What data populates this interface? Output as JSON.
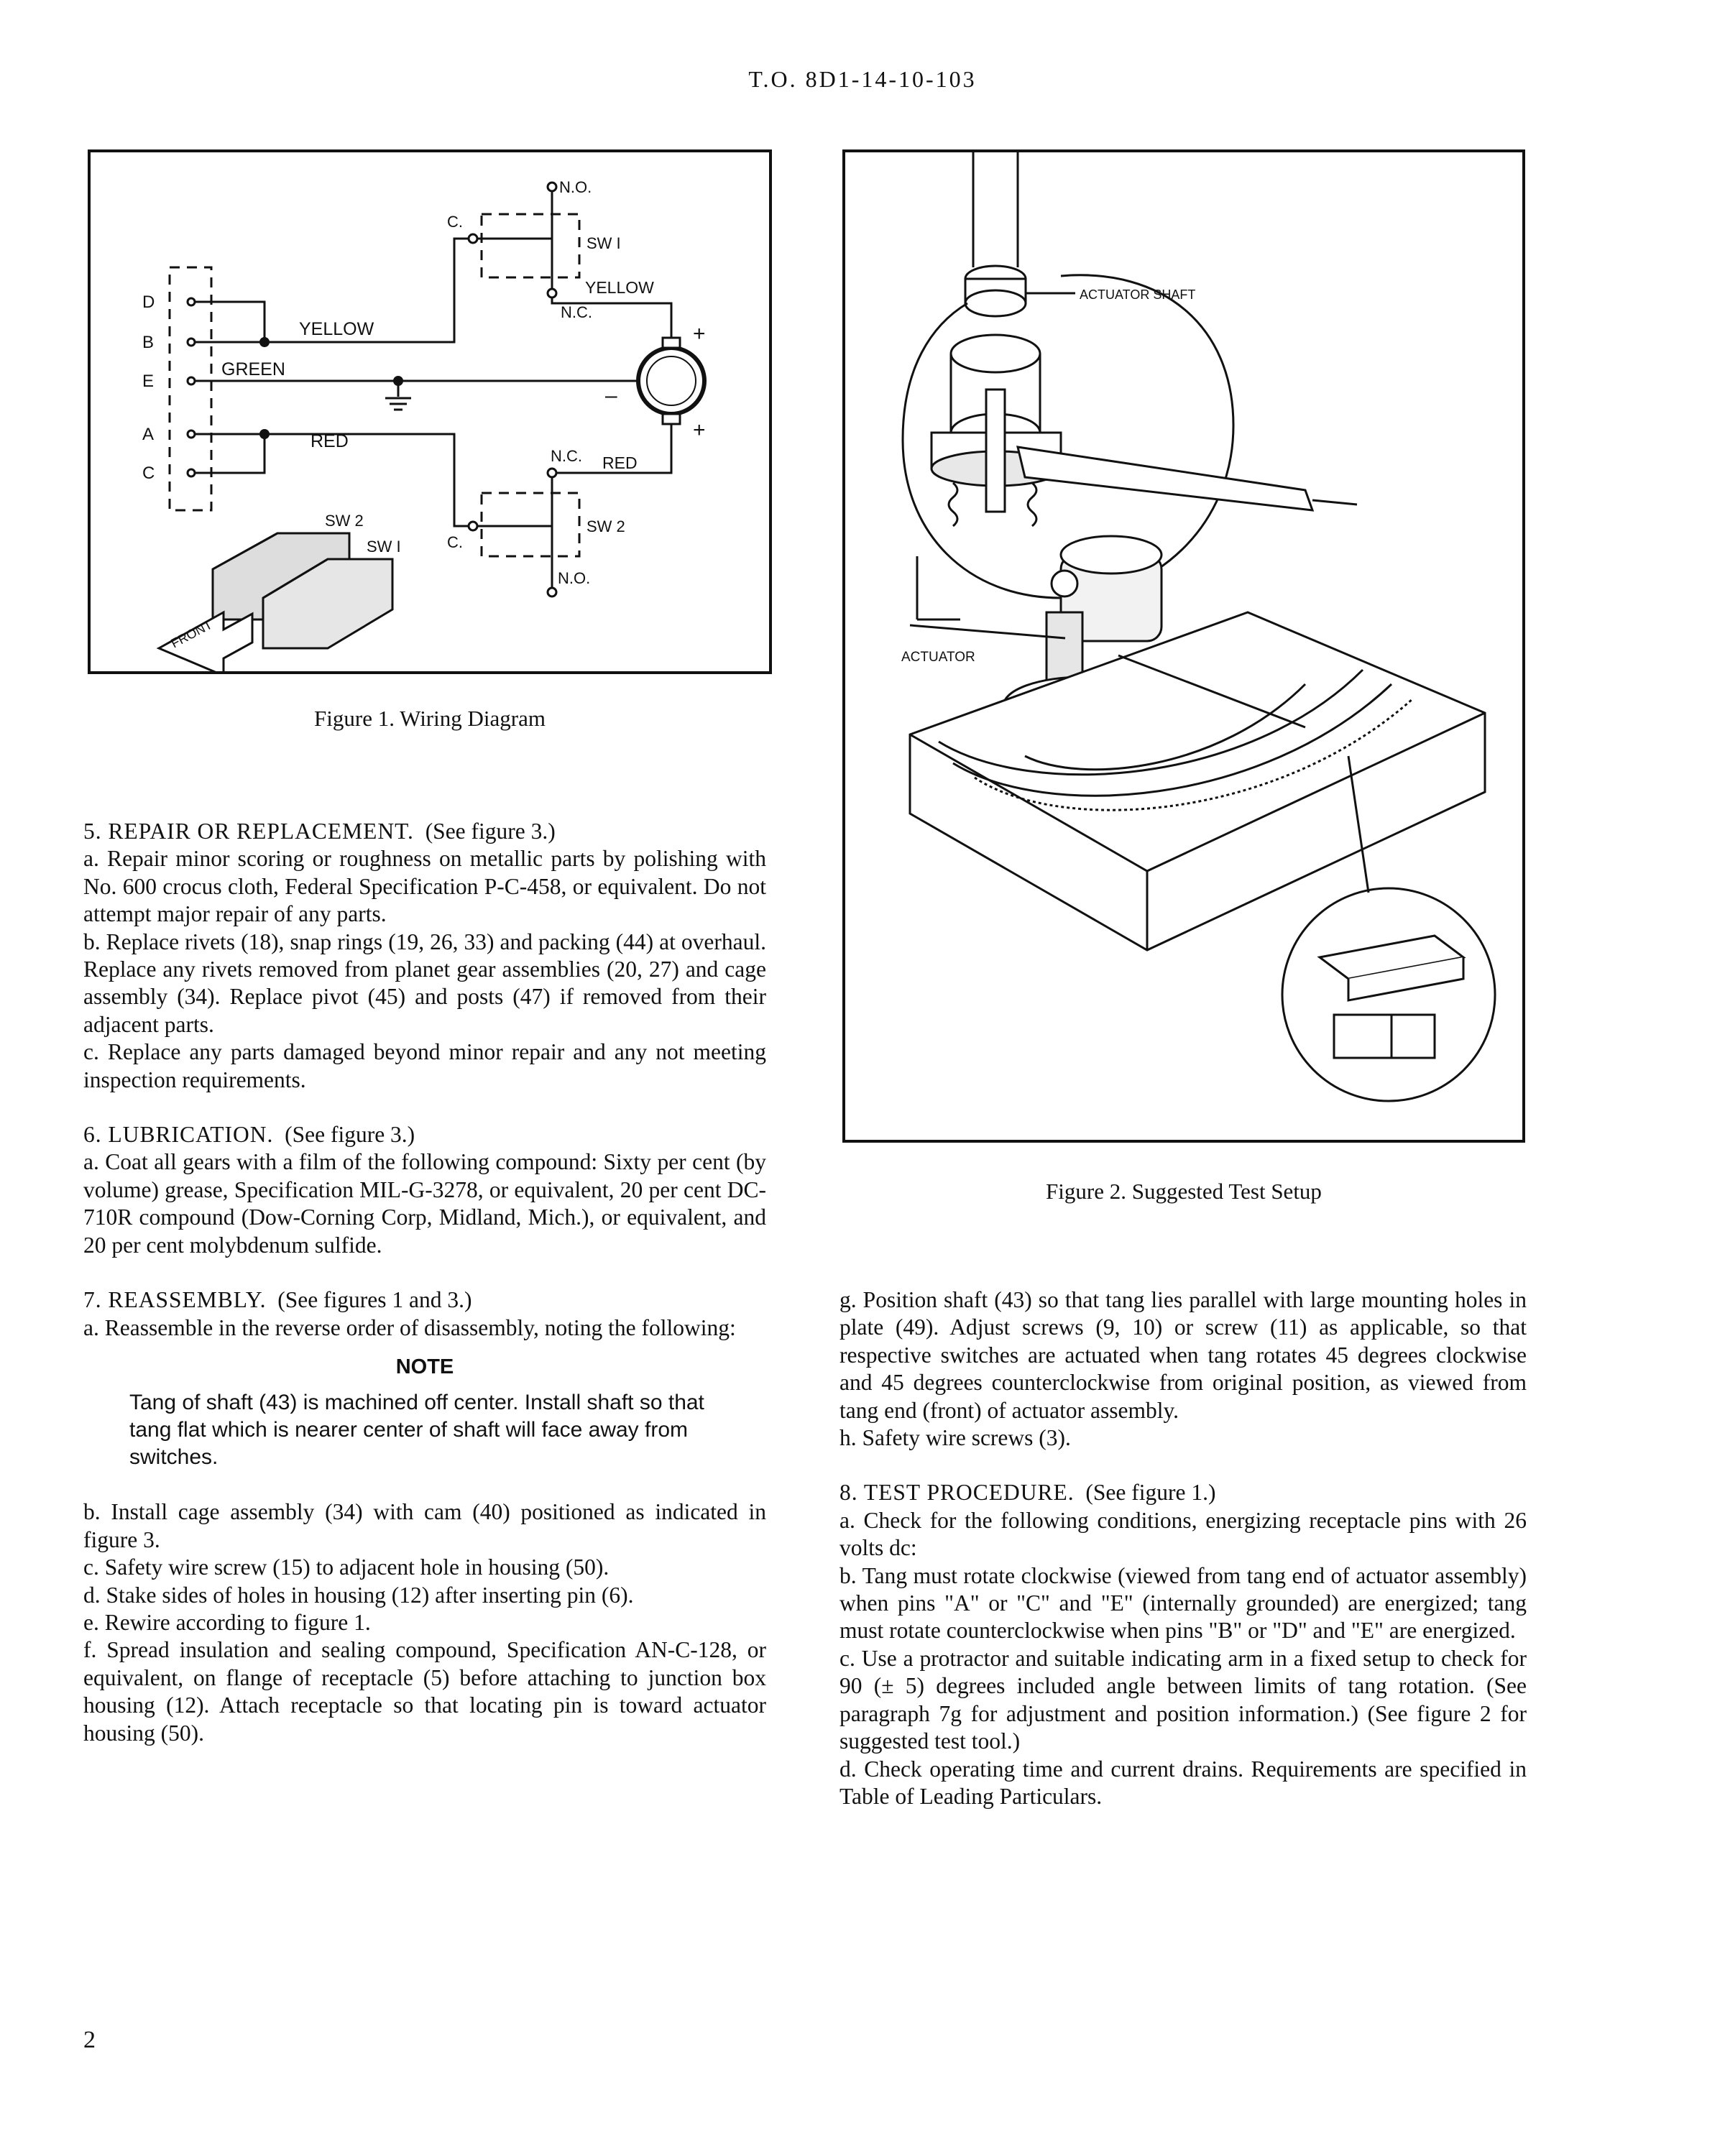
{
  "header": {
    "doc_number": "T.O. 8D1-14-10-103"
  },
  "figure1": {
    "caption": "Figure 1.  Wiring Diagram",
    "labels": {
      "pin_d": "D",
      "pin_b": "B",
      "pin_e": "E",
      "pin_a": "A",
      "pin_c": "C",
      "yellow": "YELLOW",
      "green": "GREEN",
      "red": "RED",
      "no_top": "N.O.",
      "c_top": "C.",
      "sw1": "SW I",
      "yellow_right": "YELLOW",
      "nc_top": "N.C.",
      "plus_top": "+",
      "minus": "–",
      "plus_bottom": "+",
      "nc_bottom": "N.C.",
      "red_right": "RED",
      "sw2": "SW 2",
      "c_bottom": "C.",
      "no_bottom": "N.O.",
      "sw2_block": "SW 2",
      "sw1_block": "SW I",
      "front": "FRONT"
    }
  },
  "figure2": {
    "caption": "Figure 2.  Suggested Test Setup",
    "labels": {
      "actuator_shaft": "ACTUATOR SHAFT",
      "actuator": "ACTUATOR"
    }
  },
  "left_column": {
    "s5_head": "5.  REPAIR OR REPLACEMENT.",
    "s5_ref": "(See figure 3.)",
    "s5_a": "a.  Repair minor scoring or roughness on metallic parts by polishing with No. 600 crocus cloth, Federal Specification P-C-458, or equivalent.  Do not attempt major repair of any parts.",
    "s5_b": "b.  Replace rivets (18), snap rings (19, 26, 33) and packing (44) at overhaul.  Replace any rivets removed from planet gear assemblies (20, 27) and cage assembly (34).  Replace pivot (45) and posts (47) if removed from their adjacent parts.",
    "s5_c": "c.  Replace any parts damaged beyond minor repair and any not meeting inspection requirements.",
    "s6_head": "6.  LUBRICATION.",
    "s6_ref": "(See figure 3.)",
    "s6_a": "a.  Coat all gears with a film of the following compound: Sixty per cent (by volume) grease, Specification MIL-G-3278, or equivalent, 20 per cent DC-710R compound (Dow-Corning Corp, Midland, Mich.), or equivalent, and 20 per cent molybdenum sulfide.",
    "s7_head": "7.  REASSEMBLY.",
    "s7_ref": "(See figures 1 and 3.)",
    "s7_a": "a.  Reassemble in the reverse order of disassembly, noting the following:",
    "note_title": "NOTE",
    "note_body": "Tang of shaft (43) is machined off center.  Install shaft so that tang flat which is nearer center of shaft will face away from switches.",
    "s7_b": "b.  Install cage assembly (34) with cam (40) positioned as indicated in figure 3.",
    "s7_c": "c.  Safety wire screw (15) to adjacent hole in housing (50).",
    "s7_d": "d.  Stake sides of holes in housing (12) after inserting pin (6).",
    "s7_e": "e.  Rewire according to figure 1.",
    "s7_f": "f.  Spread insulation and sealing compound, Specification AN-C-128, or equivalent, on flange of receptacle (5) before attaching to junction box housing (12).  Attach receptacle so that locating pin is toward actuator housing (50)."
  },
  "right_column": {
    "s7_g": "g.  Position shaft (43) so that tang lies parallel with large mounting holes in plate (49).  Adjust screws (9, 10) or screw (11) as applicable, so that respective switches are actuated when tang rotates 45 degrees clockwise and 45 degrees counterclockwise from original position, as viewed from tang end (front) of actuator assembly.",
    "s7_h": "h.  Safety wire screws (3).",
    "s8_head": "8.  TEST PROCEDURE.",
    "s8_ref": "(See figure 1.)",
    "s8_a": "a.  Check for the following conditions, energizing receptacle pins with 26 volts dc:",
    "s8_b": "b.  Tang must rotate clockwise (viewed from tang end of actuator assembly) when pins \"A\" or \"C\" and \"E\" (internally grounded) are energized; tang must rotate counterclockwise when pins \"B\" or \"D\" and \"E\" are energized.",
    "s8_c": "c.  Use a protractor and suitable indicating arm in a fixed setup to check for 90 (± 5) degrees included angle between limits of tang rotation.  (See paragraph 7g for adjustment and position information.)  (See figure 2 for suggested test tool.)",
    "s8_d": "d.  Check operating time and current drains.  Requirements are specified in Table of Leading Particulars."
  },
  "page_number": "2"
}
